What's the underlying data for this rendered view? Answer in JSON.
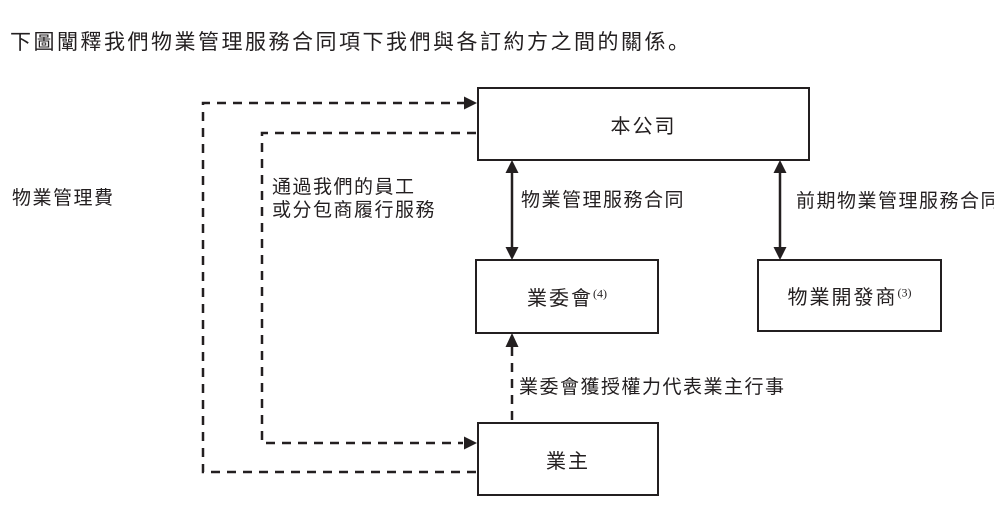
{
  "title": "下圖闡釋我們物業管理服務合同項下我們與各訂約方之間的關係。",
  "nodes": {
    "company": {
      "label": "本公司"
    },
    "owners_committee": {
      "label": "業委會",
      "note": "(4)"
    },
    "property_developer": {
      "label": "物業開發商",
      "note": "(3)"
    },
    "owners": {
      "label": "業主"
    }
  },
  "edges": {
    "management_fee": {
      "label": "物業管理費",
      "from": "業主",
      "to": "本公司",
      "style": "dashed-arrow"
    },
    "services": {
      "line1": "通過我們的員工",
      "line2": "或分包商履行服務",
      "from": "本公司",
      "to": "業主",
      "style": "dashed-arrow"
    },
    "pm_contract": {
      "label": "物業管理服務合同",
      "from": "本公司",
      "to": "業委會",
      "style": "solid-double-arrow"
    },
    "preliminary_pm_contract": {
      "label": "前期物業管理服務合同",
      "from": "本公司",
      "to": "物業開發商",
      "style": "solid-double-arrow"
    },
    "committee_authority": {
      "label": "業委會獲授權力代表業主行事",
      "from": "業主",
      "to": "業委會",
      "style": "dashed-arrow"
    }
  },
  "colors": {
    "ink": "#231f20",
    "background": "#ffffff"
  }
}
